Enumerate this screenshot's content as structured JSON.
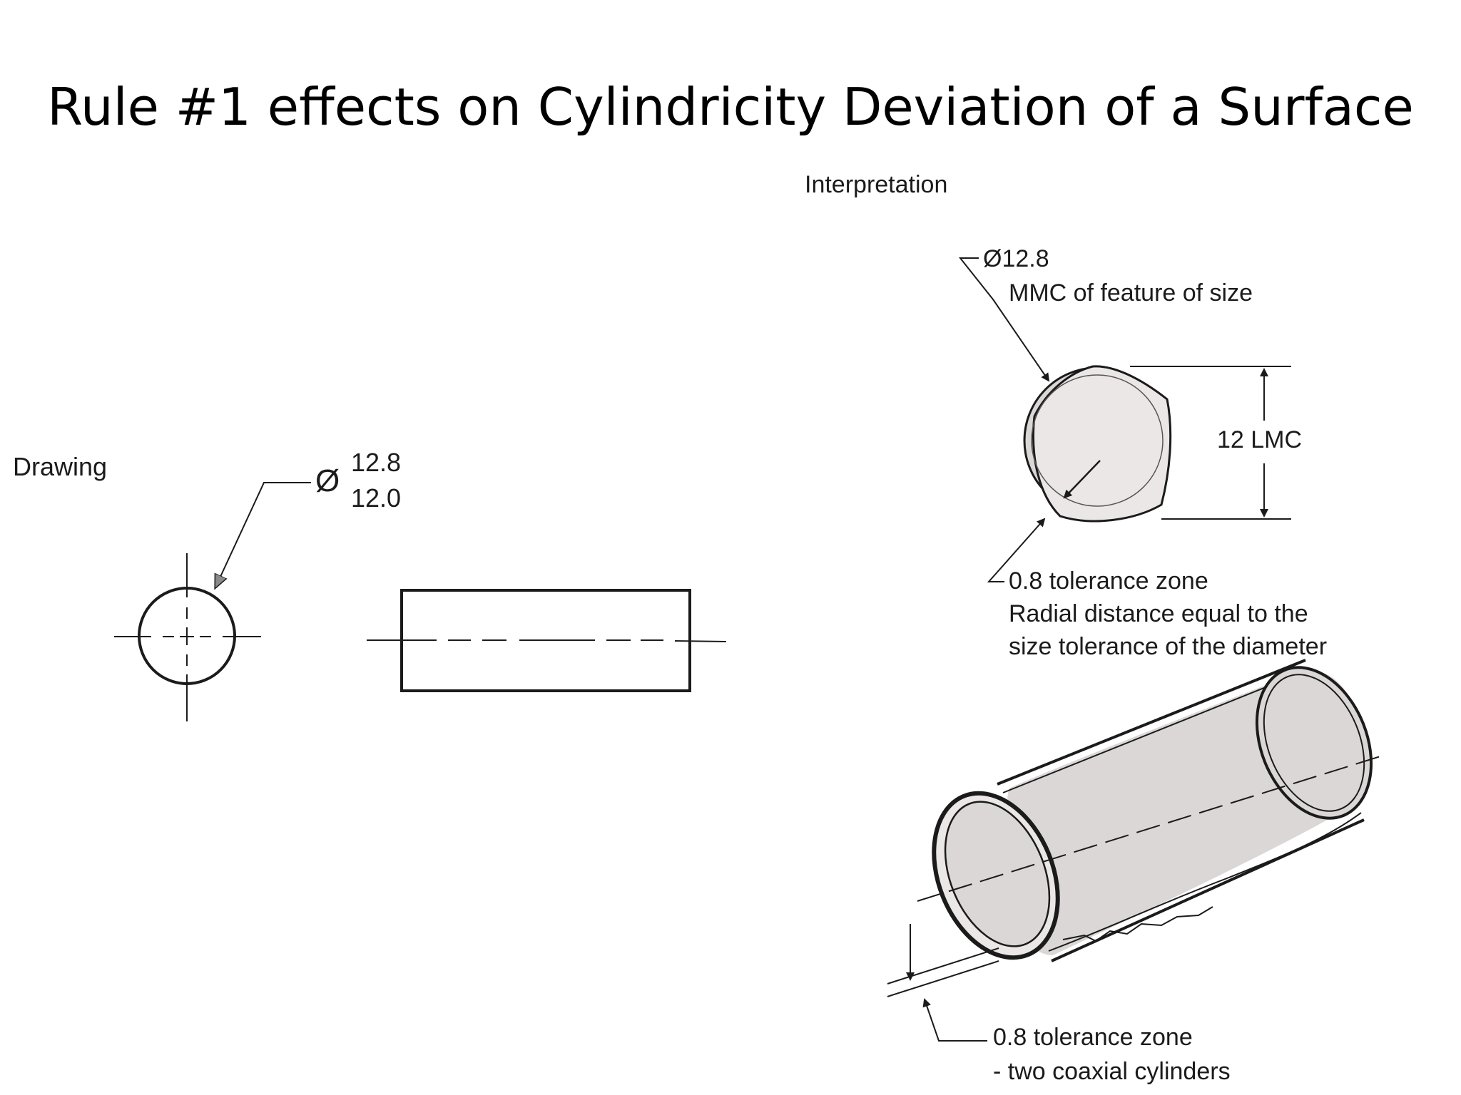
{
  "slide": {
    "title": "Rule #1 effects on Cylindricity Deviation of a Surface"
  },
  "drawing": {
    "heading": "Drawing",
    "diameter_symbol": "Ø",
    "upper_limit": "12.8",
    "lower_limit": "12.0"
  },
  "interpretation": {
    "heading": "Interpretation",
    "mmc_value": "Ø12.8",
    "mmc_label": "MMC of feature of size",
    "lmc_label": "12 LMC",
    "zone_label": "0.8 tolerance zone",
    "zone_desc_1": "Radial distance equal to the",
    "zone_desc_2": "size tolerance of the diameter",
    "zone2_label": "0.8 tolerance zone",
    "zone2_desc": "- two coaxial cylinders"
  },
  "colors": {
    "ink": "#1b1b1b",
    "fill_gray": "#dcd7d7",
    "fill_light": "#ebe7e7"
  }
}
